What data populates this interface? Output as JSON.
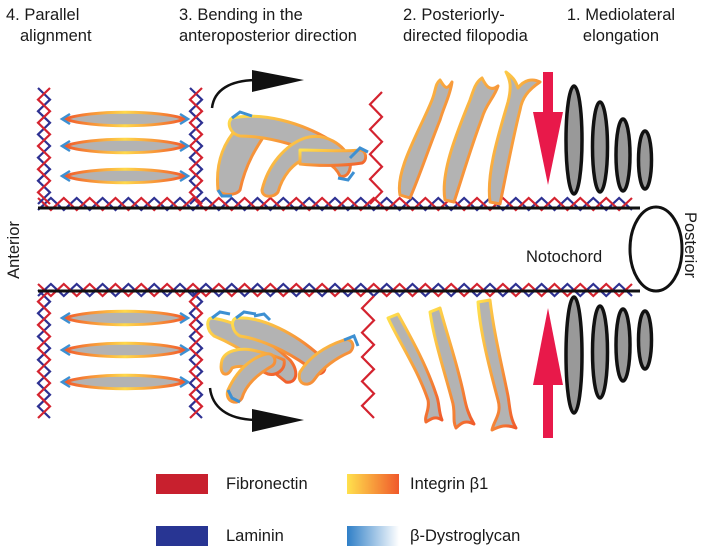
{
  "steps": [
    {
      "line1": "4. Parallel",
      "line2": "alignment"
    },
    {
      "line1": "3. Bending in the",
      "line2": "anteroposterior direction"
    },
    {
      "line1": "2. Posteriorly-",
      "line2": "directed filopodia"
    },
    {
      "line1": "1. Mediolateral",
      "line2": "elongation"
    }
  ],
  "labels": {
    "anterior": "Anterior",
    "posterior": "Posterior",
    "notochord": "Notochord"
  },
  "legend": [
    {
      "label": "Fibronectin",
      "color": "#c8202e",
      "icon": "red-bar"
    },
    {
      "label": "Integrin β1",
      "color": "#f7b021",
      "icon": "yellow-orange-gradient-bar"
    },
    {
      "label": "Laminin",
      "color": "#283593",
      "icon": "blue-bar"
    },
    {
      "label": "β-Dystroglycan",
      "color": "#3d8fd1",
      "icon": "blue-white-gradient-bar"
    }
  ],
  "colors": {
    "fibronectin": "#d4232f",
    "laminin": "#2e3192",
    "cell_fill": "#b3b3b3",
    "integrin_start": "#ffd84a",
    "integrin_end": "#f0592b",
    "dystroglycan": "#3e90d2",
    "arrow_red": "#e8194a",
    "arrow_black": "#111111"
  }
}
